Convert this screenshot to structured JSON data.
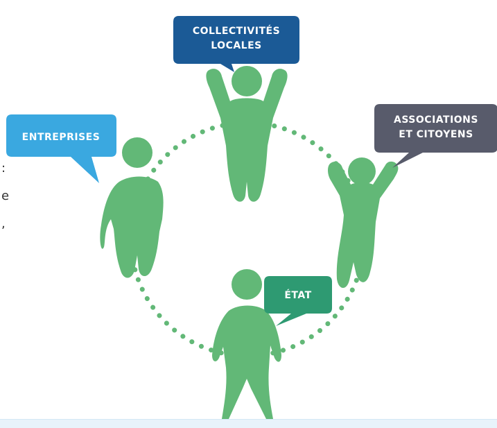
{
  "bubbles": {
    "collectivites": {
      "line1": "COLLECTIVITÉS",
      "line2": "LOCALES",
      "color": "#1b5a96"
    },
    "associations": {
      "line1": "ASSOCIATIONS",
      "line2": "ET CITOYENS",
      "color": "#585b6b"
    },
    "entreprises": {
      "label": "ENTREPRISES",
      "color": "#3aa8e0"
    },
    "etat": {
      "label": "ÉTAT",
      "color": "#2e9a72"
    }
  },
  "figure_color": "#62b877",
  "left_edge_fragments": [
    ":",
    "e",
    ","
  ]
}
